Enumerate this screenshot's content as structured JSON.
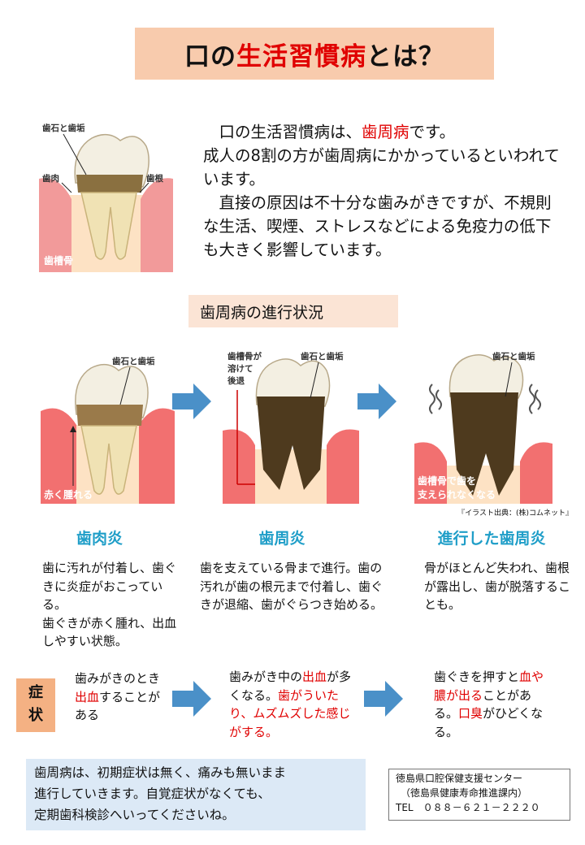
{
  "title": {
    "prefix": "口の",
    "highlight": "生活習慣病",
    "suffix": "とは？"
  },
  "intro": {
    "line1_pre": "　口の生活習慣病は、",
    "line1_highlight": "歯周病",
    "line1_post": "です。",
    "line2": "成人の8割の方が歯周病にかかっているといわれています。",
    "line3": "　直接の原因は不十分な歯みがきですが、不規則な生活、喫煙、ストレスなどによる免疫力の低下も大きく影響しています。"
  },
  "diagram_labels": {
    "calculus_plaque": "歯石と歯垢",
    "gum": "歯肉",
    "root": "歯根",
    "alveolar_bone": "歯槽骨"
  },
  "section_heading": "歯周病の進行状況",
  "stages": [
    {
      "title": "歯肉炎",
      "illust_labels": [
        "歯石と歯垢",
        "赤く腫れる"
      ],
      "desc": [
        "歯に汚れが付着し、歯ぐきに炎症がおこっている。",
        "歯ぐきが赤く腫れ、出血しやすい状態。"
      ]
    },
    {
      "title": "歯周炎",
      "illust_labels": [
        "歯槽骨が",
        "溶けて",
        "後退",
        "歯石と歯垢"
      ],
      "desc": [
        "歯を支えている骨まで進行。歯の汚れが歯の根元まで付着し、歯ぐきが退縮、歯がぐらつき始める。"
      ]
    },
    {
      "title": "進行した歯周炎",
      "illust_labels": [
        "歯石と歯垢",
        "歯槽骨で歯を",
        "支えられなくなる"
      ],
      "desc": [
        "骨がほとんど失われ、歯根が露出し、歯が脱落することも。"
      ]
    }
  ],
  "credit": "『イラスト出典：(株)コムネット』",
  "symptom_label": [
    "症",
    "状"
  ],
  "symptoms": [
    [
      {
        "t": "歯みがきの",
        "r": false
      },
      {
        "t": "とき",
        "r": false
      },
      {
        "t": "出血",
        "r": true
      },
      {
        "t": "する",
        "r": false
      },
      {
        "t": "ことがある",
        "r": false
      }
    ],
    [
      {
        "t": "歯みがき中の",
        "r": false
      },
      {
        "t": "出血",
        "r": true
      },
      {
        "t": "が多くなる。",
        "r": false
      },
      {
        "t": "歯が",
        "r": true
      },
      {
        "t": "ういたり、ムズムズ",
        "r": true
      },
      {
        "t": "した感じがする。",
        "r": true
      }
    ],
    [
      {
        "t": "歯ぐきを押すと",
        "r": false
      },
      {
        "t": "血",
        "r": true
      },
      {
        "t": "や膿が出る",
        "r": true
      },
      {
        "t": "ことが",
        "r": false
      },
      {
        "t": "ある。",
        "r": false
      },
      {
        "t": "口臭",
        "r": true
      },
      {
        "t": "がひどく",
        "r": false
      },
      {
        "t": "なる。",
        "r": false
      }
    ]
  ],
  "notice": [
    "歯周病は、初期症状は無く、痛みも無いまま",
    "進行していきます。自覚症状がなくても、",
    "定期歯科検診へいってくださいね。"
  ],
  "contact": [
    "徳島県口腔保健支援センター",
    "　（徳島県健康寿命推進課内）",
    "TEL　０８８－６２１－２２２０"
  ],
  "colors": {
    "title_bg": "#f8cbad",
    "accent_red": "#e00000",
    "stage_title": "#1f9ec8",
    "arrow": "#4a90c8",
    "notice_bg": "#dce9f6",
    "symptom_bg": "#f4b183"
  }
}
